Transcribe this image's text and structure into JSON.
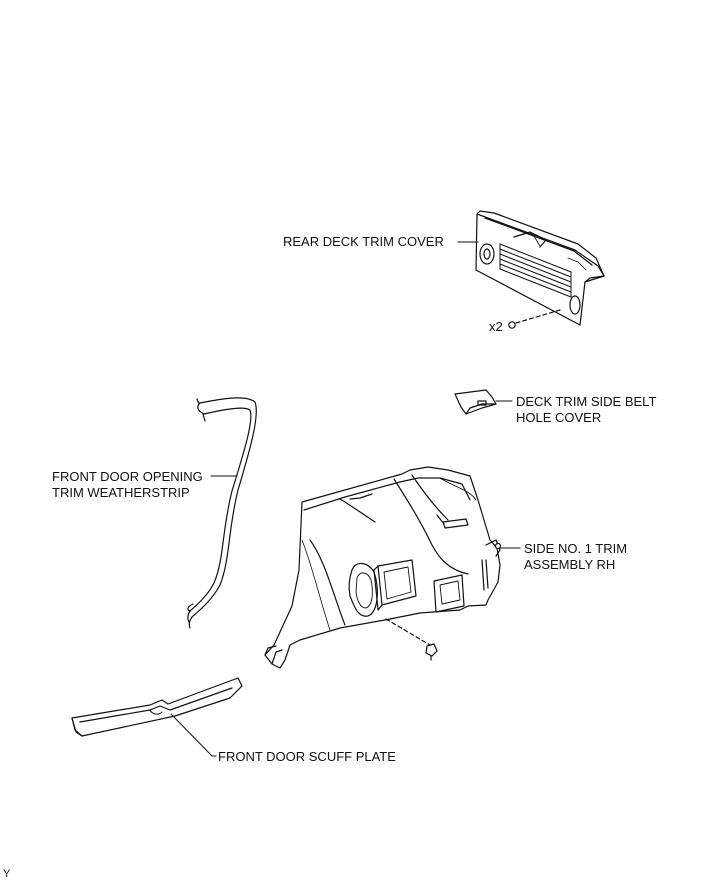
{
  "labels": {
    "rear_deck_trim_cover": "REAR DECK TRIM COVER",
    "quantity": "x2",
    "deck_trim_side_belt_hole_cover_1": "DECK TRIM SIDE BELT",
    "deck_trim_side_belt_hole_cover_2": "HOLE COVER",
    "front_door_opening_trim_weatherstrip_1": "FRONT DOOR OPENING",
    "front_door_opening_trim_weatherstrip_2": "TRIM WEATHERSTRIP",
    "side_no1_trim_assembly_rh_1": "SIDE NO. 1 TRIM",
    "side_no1_trim_assembly_rh_2": "ASSEMBLY RH",
    "front_door_scuff_plate": "FRONT DOOR SCUFF PLATE",
    "corner_mark": "Y"
  }
}
